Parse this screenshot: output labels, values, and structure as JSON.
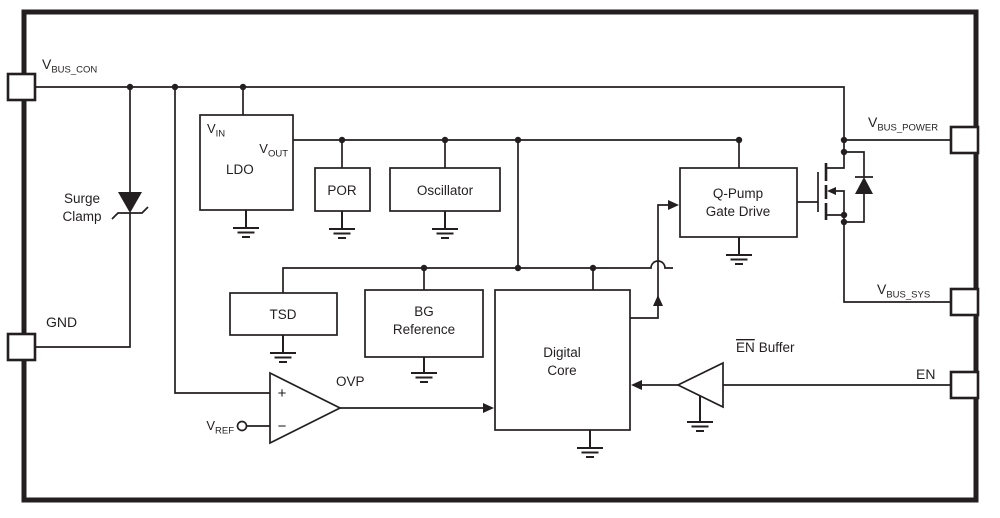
{
  "colors": {
    "line": "#231f20",
    "background": "#ffffff"
  },
  "pins": {
    "vbus_con": {
      "main": "V",
      "sub": "BUS_CON"
    },
    "gnd": {
      "label": "GND"
    },
    "vbus_power": {
      "main": "V",
      "sub": "BUS_POWER"
    },
    "vbus_sys": {
      "main": "V",
      "sub": "BUS_SYS"
    },
    "en": {
      "label": "EN"
    }
  },
  "blocks": {
    "surge_clamp": {
      "line1": "Surge",
      "line2": "Clamp"
    },
    "ldo": {
      "title": "LDO",
      "vin_main": "V",
      "vin_sub": "IN",
      "vout_main": "V",
      "vout_sub": "OUT"
    },
    "por": {
      "title": "POR"
    },
    "oscillator": {
      "title": "Oscillator"
    },
    "qpump": {
      "line1": "Q-Pump",
      "line2": "Gate Drive"
    },
    "tsd": {
      "title": "TSD"
    },
    "bg_reference": {
      "line1": "BG",
      "line2": "Reference"
    },
    "digital_core": {
      "line1": "Digital",
      "line2": "Core"
    },
    "ovp": {
      "title": "OVP",
      "plus": "+",
      "minus": "−"
    },
    "en_buffer": {
      "en": "EN",
      "buffer": "Buffer"
    },
    "vref": {
      "main": "V",
      "sub": "REF"
    }
  }
}
